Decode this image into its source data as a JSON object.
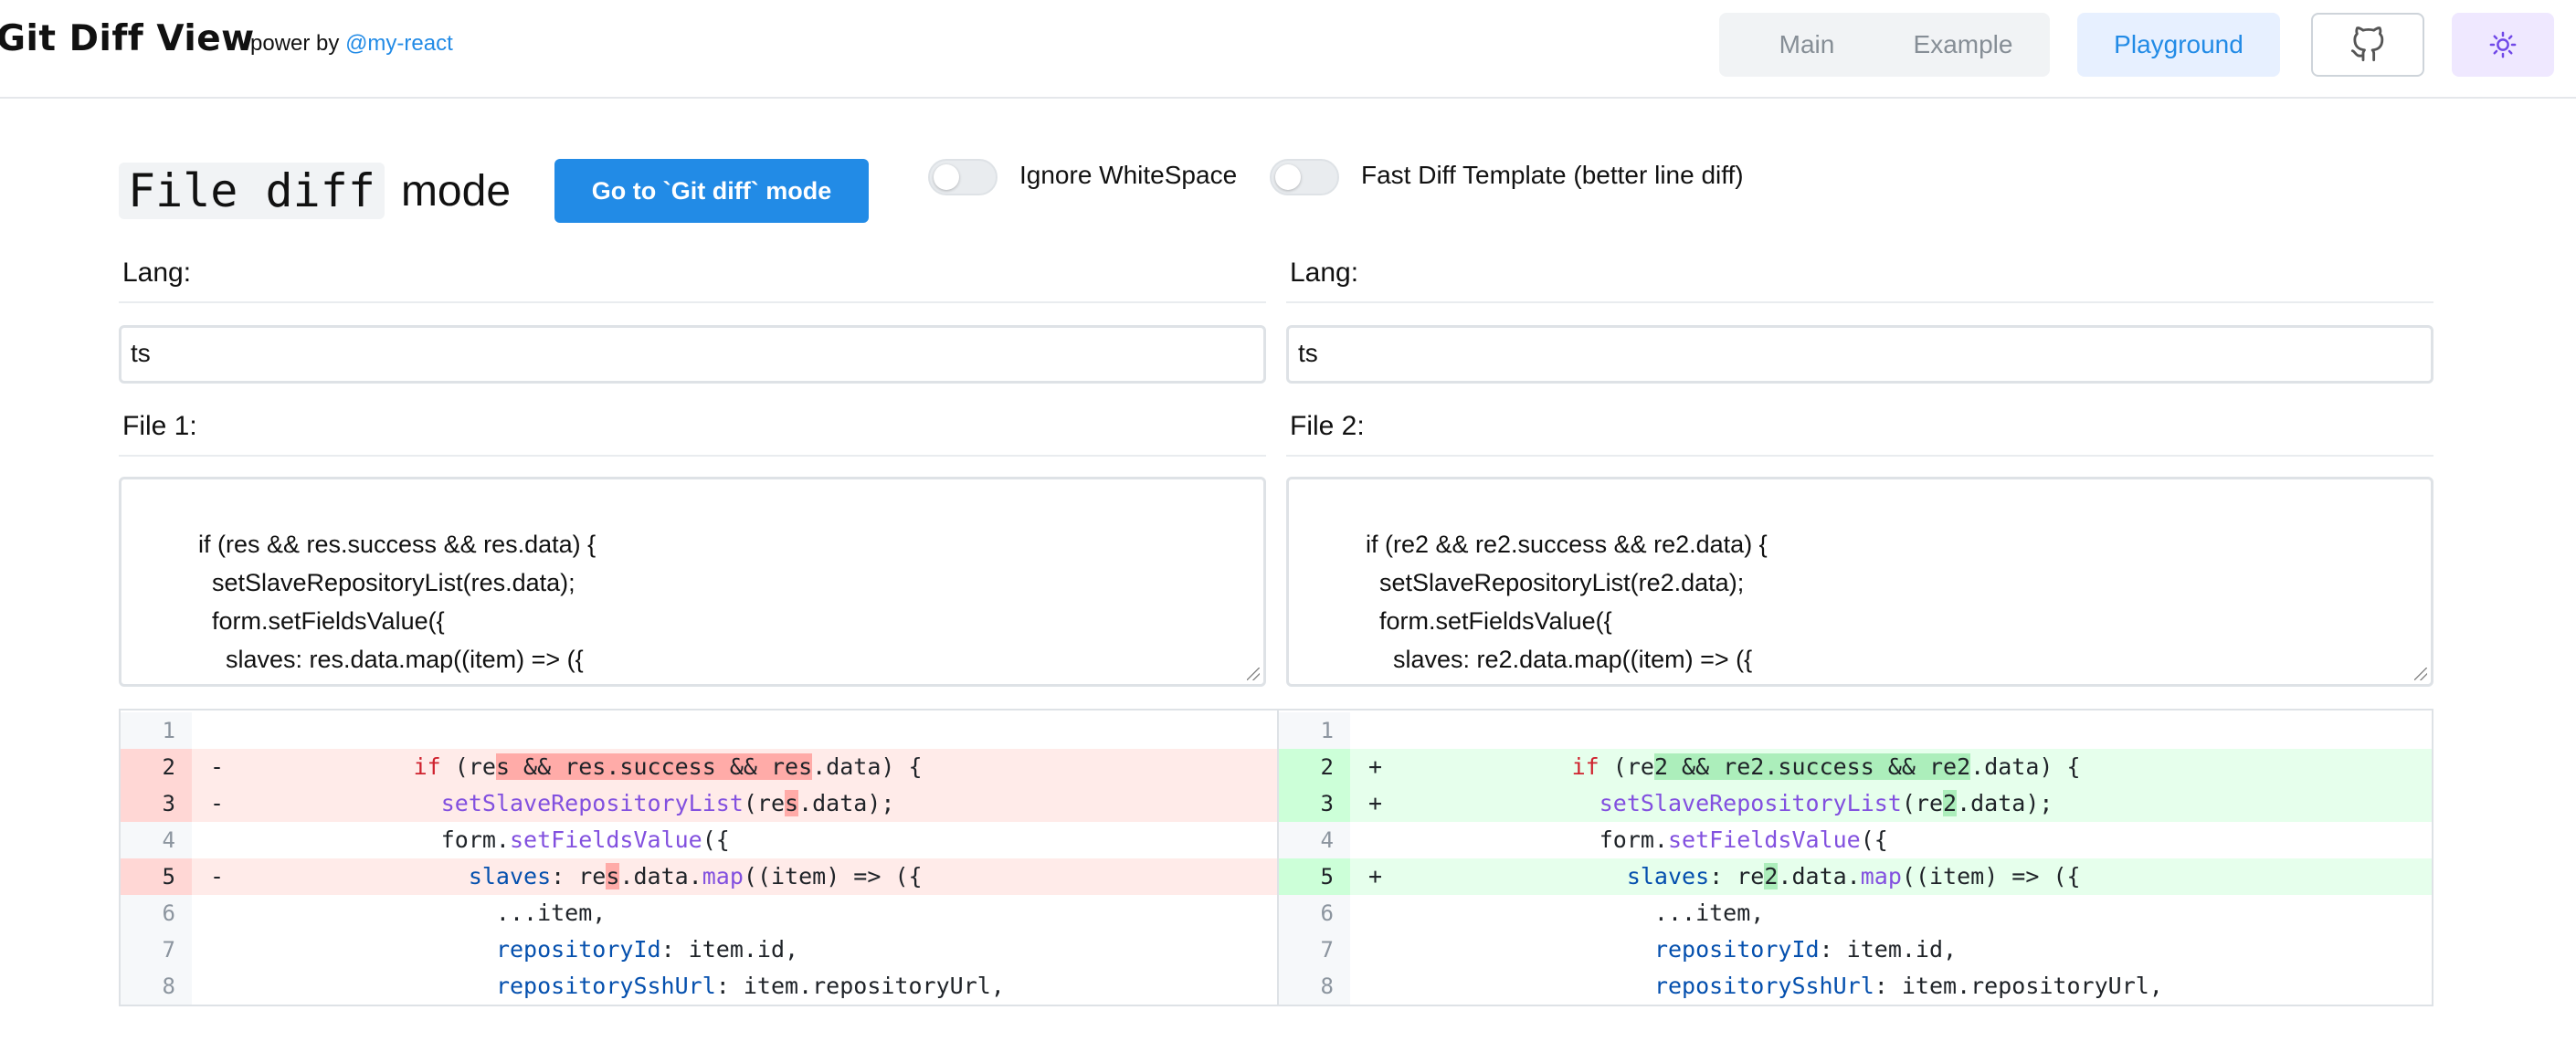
{
  "header": {
    "title": "Git Diff View",
    "power_prefix": "power by",
    "power_link": "@my-react",
    "nav": {
      "main": "Main",
      "example": "Example",
      "playground": "Playground"
    },
    "github_icon": "github-icon",
    "theme_icon": "sun-icon"
  },
  "controls": {
    "mode_code": "File diff",
    "mode_word": "mode",
    "switch_button": "Go to `Git diff` mode",
    "ignore_whitespace": {
      "label": "Ignore WhiteSpace",
      "checked": false
    },
    "fast_diff": {
      "label": "Fast Diff Template (better line diff)",
      "checked": false
    }
  },
  "left": {
    "lang_label": "Lang:",
    "lang_value": "ts",
    "file_label": "File 1:",
    "file_lines": [
      "if (res && res.success && res.data) {",
      "  setSlaveRepositoryList(res.data);",
      "  form.setFieldsValue({",
      "    slaves: res.data.map((item) => ({"
    ]
  },
  "right": {
    "lang_label": "Lang:",
    "lang_value": "ts",
    "file_label": "File 2:",
    "file_lines": [
      "if (re2 && re2.success && re2.data) {",
      "  setSlaveRepositoryList(re2.data);",
      "  form.setFieldsValue({",
      "    slaves: re2.data.map((item) => ({"
    ]
  },
  "diff": {
    "line_numbers": [
      "1",
      "2",
      "3",
      "4",
      "5",
      "6",
      "7",
      "8"
    ],
    "left_signs": [
      "",
      "-",
      "-",
      "",
      "-",
      "",
      "",
      ""
    ],
    "right_signs": [
      "",
      "+",
      "+",
      "",
      "+",
      "",
      "",
      ""
    ],
    "left_lines": [
      "",
      "            if (res && res.success && res.data) {",
      "              setSlaveRepositoryList(res.data);",
      "              form.setFieldsValue({",
      "                slaves: res.data.map((item) => ({",
      "                  ...item,",
      "                  repositoryId: item.id,",
      "                  repositorySshUrl: item.repositoryUrl,"
    ],
    "right_lines": [
      "",
      "            if (re2 && re2.success && re2.data) {",
      "              setSlaveRepositoryList(re2.data);",
      "              form.setFieldsValue({",
      "                slaves: re2.data.map((item) => ({",
      "                  ...item,",
      "                  repositoryId: item.id,",
      "                  repositorySshUrl: item.repositoryUrl,"
    ],
    "colors": {
      "delete": "#ffebe9",
      "add": "#e6ffec",
      "delete_highlight": "#ffaba8",
      "add_highlight": "#aceebb"
    }
  }
}
